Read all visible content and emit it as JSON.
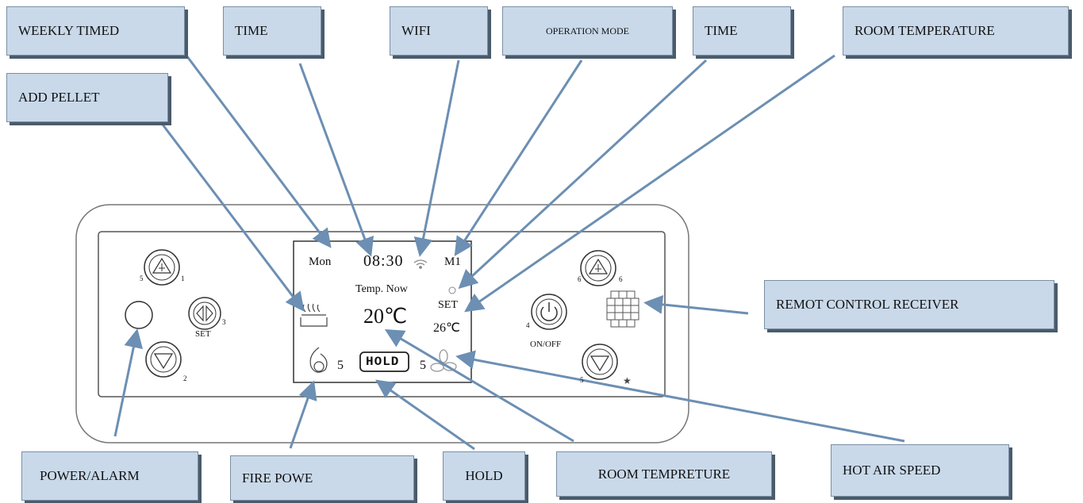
{
  "callouts": {
    "weekly_timed": "WEEKLY  TIMED",
    "time_1": "TIME",
    "wifi": "WIFI",
    "operation_mode": "OPERATION MODE",
    "time_2": "TIME",
    "room_temperature": "ROOM TEMPERATURE",
    "add_pellet": "ADD    PELLET",
    "remote_receiver": "REMOT CONTROL RECEIVER",
    "power_alarm": "POWER/ALARM",
    "fire_power": "FIRE POWE",
    "hold": "HOLD",
    "room_tempreture": "ROOM TEMPRETURE",
    "hot_air_speed": "HOT AIR SPEED"
  },
  "lcd": {
    "day": "Mon",
    "clock": "08:30",
    "mode": "M1",
    "temp_now_label": "Temp. Now",
    "room_temp": "20℃",
    "set_label": "SET",
    "set_temp": "26℃",
    "fire_level": "5",
    "hold_label": "HOLD",
    "fan_level": "5"
  },
  "buttons": {
    "b1_number": "1",
    "b2_number": "2",
    "b3_number": "3",
    "b5_number": "5",
    "set_label": "SET",
    "b4_number": "4",
    "onoff_label": "ON/OFF",
    "b6_number": "6",
    "b6b_number": "6",
    "b5b_number": "5",
    "star": "★"
  },
  "icons": [
    "wifi-icon",
    "pellet-icon",
    "flame-icon",
    "fan-icon",
    "power-icon",
    "up-arrow-icon",
    "down-arrow-icon",
    "left-right-icon",
    "receiver-grid-icon"
  ]
}
